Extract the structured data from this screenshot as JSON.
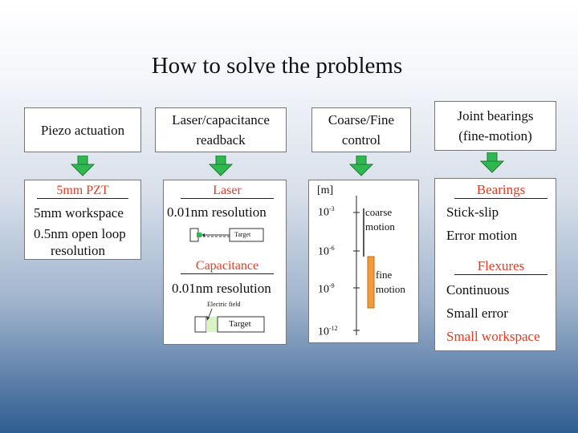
{
  "title": "How to solve the problems",
  "colors": {
    "accent_red": "#e23b22",
    "arrow_green": "#2fb84f",
    "fine_bar": "#f39a3b"
  },
  "columns": [
    {
      "header": "Piezo actuation",
      "lines": [
        "5mm PZT",
        "5mm workspace",
        "0.5nm open loop",
        "resolution"
      ]
    },
    {
      "header_line1": "Laser/capacitance",
      "header_line2": "readback",
      "laser_title": "Laser",
      "laser_res": "0.01nm resolution",
      "laser_target": "Target",
      "cap_title": "Capacitance",
      "cap_res": "0.01nm resolution",
      "field_label": "Electric field",
      "cap_target": "Target"
    },
    {
      "header_line1": "Coarse/Fine",
      "header_line2": "control",
      "unit": "[m]",
      "scale": [
        "10",
        "10",
        "10",
        "10"
      ],
      "exponents": [
        "-3",
        "-6",
        "-9",
        "-12"
      ],
      "coarse": [
        "coarse",
        "motion"
      ],
      "fine": [
        "fine",
        "motion"
      ]
    },
    {
      "header_line1": "Joint bearings",
      "header_line2": "(fine-motion)",
      "bearings_title": "Bearings",
      "bearings_items": [
        "Stick-slip",
        "Error motion"
      ],
      "flexures_title": "Flexures",
      "flexures_items": [
        "Continuous",
        "Small error",
        "Small workspace"
      ]
    }
  ]
}
